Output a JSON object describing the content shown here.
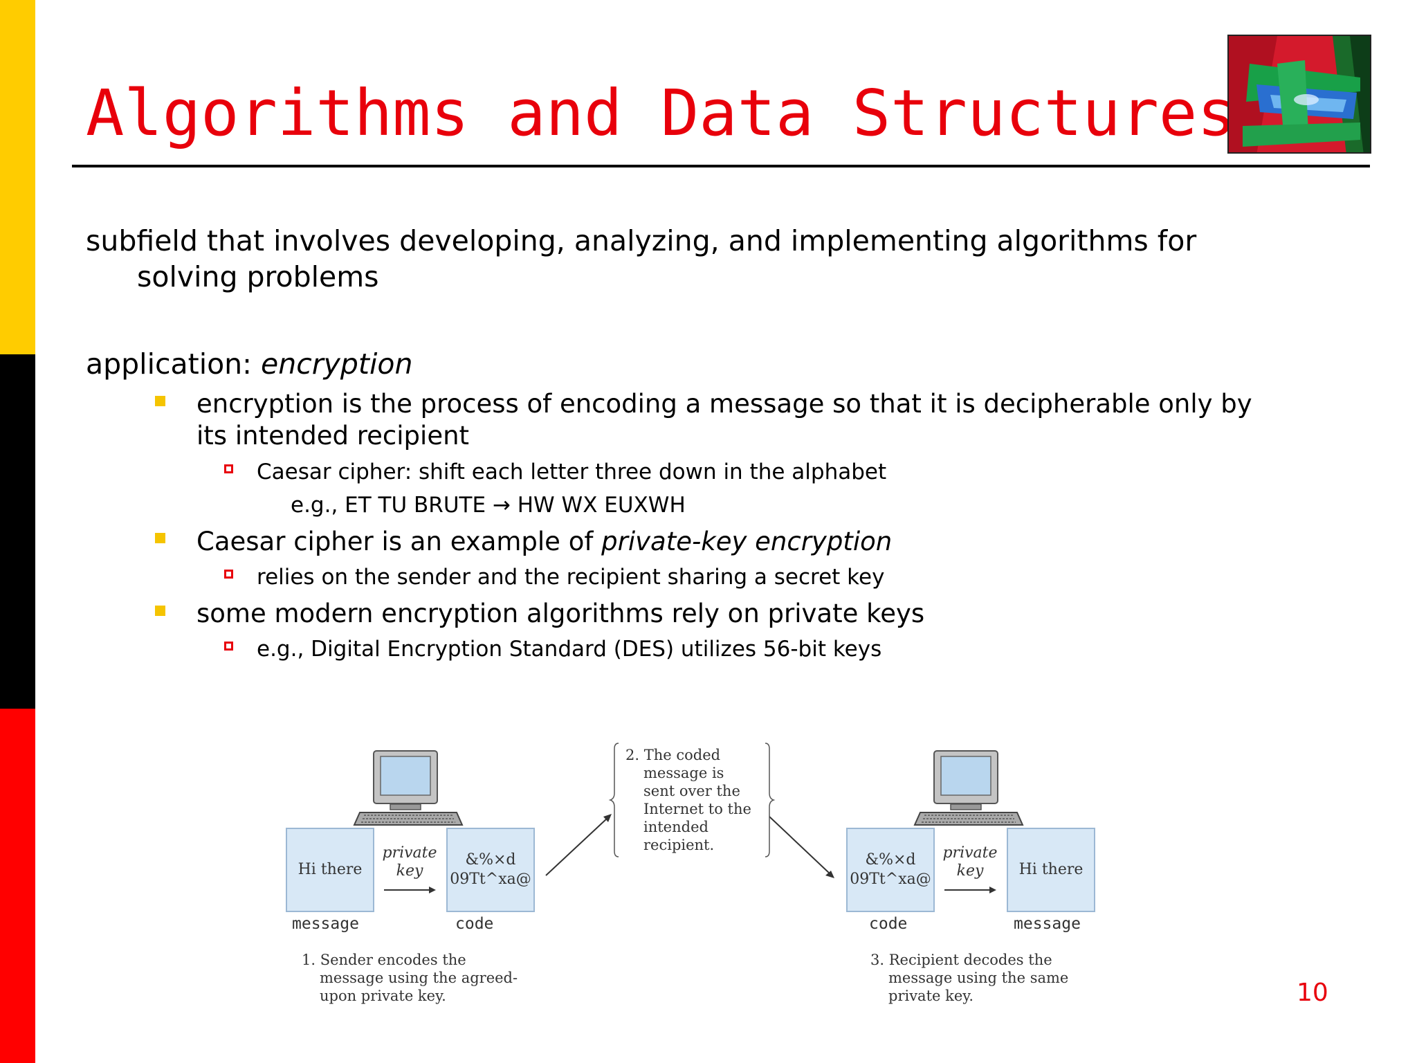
{
  "colors": {
    "stripe_yellow": "#ffcc00",
    "stripe_black": "#000000",
    "stripe_red": "#ff0000",
    "title": "#e8000b",
    "bullet_l1": "#f5c400",
    "bullet_l2": "#e8000b",
    "page_number": "#e8000b"
  },
  "slide": {
    "title": "Algorithms and Data Structures",
    "intro_line1": "subfield that involves developing, analyzing, and implementing algorithms for",
    "intro_line2": "solving problems",
    "app_prefix": "application: ",
    "app_emphasis": "encryption",
    "bullets": [
      {
        "text_line1": "encryption is the process of encoding a message so that it is decipherable only by",
        "text_line2": "its intended recipient",
        "sub": "Caesar cipher: shift each letter three down in the alphabet",
        "example": "e.g., ET TU BRUTE → HW WX EUXWH"
      },
      {
        "text_plain": "Caesar cipher is an example of ",
        "text_emphasis": "private-key encryption",
        "sub": "relies on the sender and the recipient sharing a secret key"
      },
      {
        "text": "some modern encryption algorithms rely on private keys",
        "sub": "e.g., Digital Encryption Standard (DES) utilizes 56-bit keys"
      }
    ],
    "page_number": "10"
  },
  "diagram": {
    "left_message": "Hi there",
    "left_key_line1": "private",
    "left_key_line2": "key",
    "left_code_line1": "&%×d",
    "left_code_line2": "09Tt^xa@",
    "label_message": "message",
    "label_code": "code",
    "step1_line1": "1. Sender encodes the",
    "step1_line2": "message using the agreed-",
    "step1_line3": "upon private key.",
    "step2_line1": "2. The coded",
    "step2_line2": "message is",
    "step2_line3": "sent over the",
    "step2_line4": "Internet to the",
    "step2_line5": "intended",
    "step2_line6": "recipient.",
    "right_code_line1": "&%×d",
    "right_code_line2": "09Tt^xa@",
    "right_key_line1": "private",
    "right_key_line2": "key",
    "right_message": "Hi there",
    "step3_line1": "3. Recipient decodes the",
    "step3_line2": "message using the same",
    "step3_line3": "private key."
  }
}
